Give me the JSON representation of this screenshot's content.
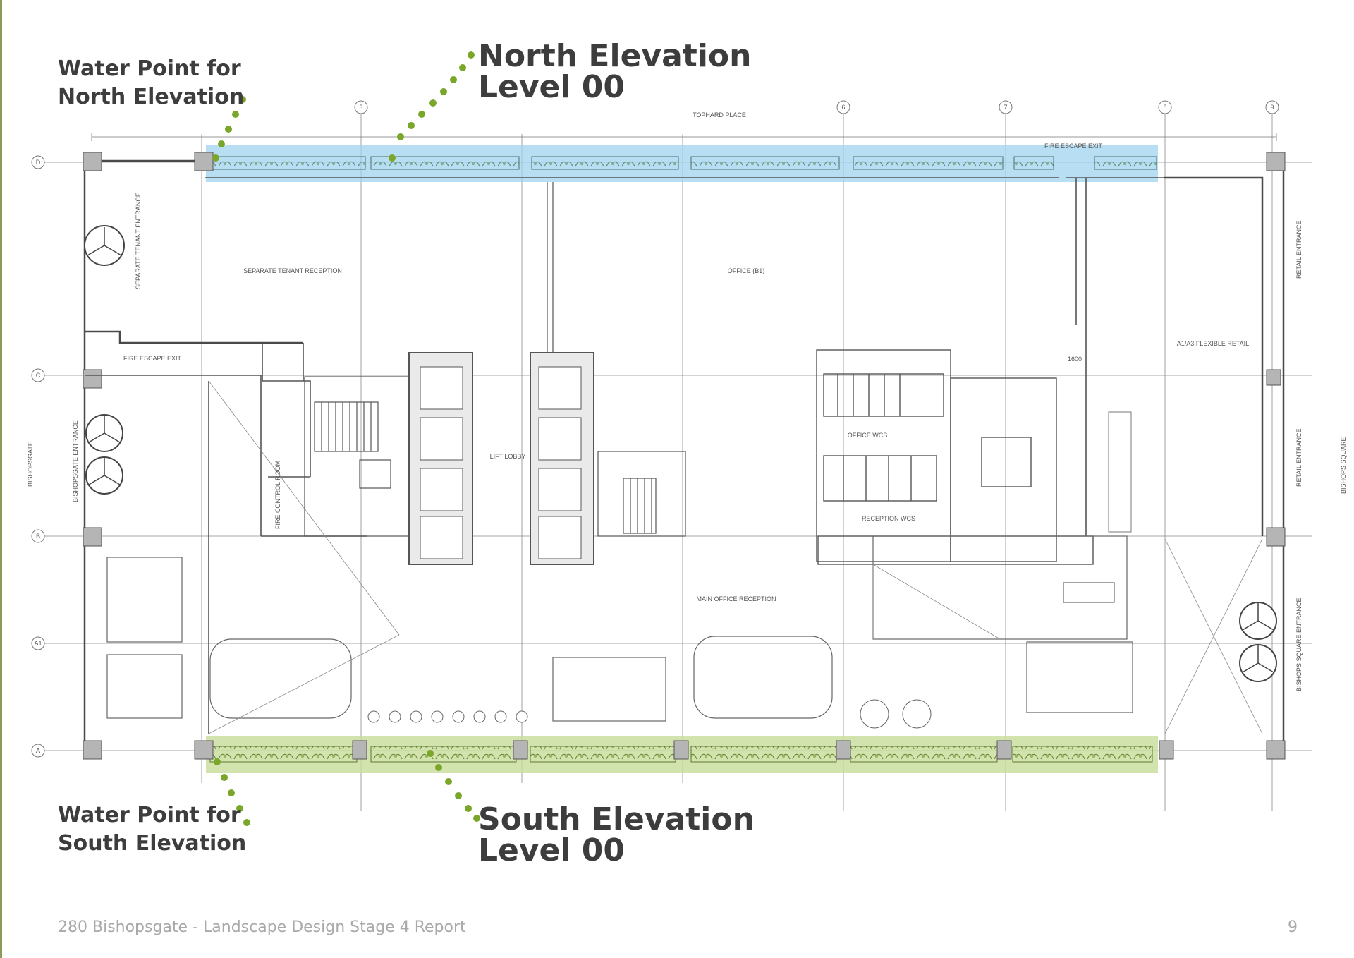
{
  "callouts": {
    "water_north": [
      "Water Point for",
      "North Elevation"
    ],
    "north_elevation": [
      "North Elevation",
      "Level 00"
    ],
    "water_south": [
      "Water Point for",
      "South Elevation"
    ],
    "south_elevation": [
      "South Elevation",
      "Level 00"
    ]
  },
  "footer": {
    "document_title": "280 Bishopsgate - Landscape Design Stage 4 Report",
    "page_number": "9"
  },
  "plan": {
    "street_top": "TOPHARD PLACE",
    "street_left": "BISHOPSGATE",
    "street_right": "BISHOPS SQUARE",
    "grid_columns": [
      "3",
      "6",
      "7",
      "8",
      "9"
    ],
    "grid_rows": [
      "D",
      "C",
      "B",
      "A1",
      "A"
    ],
    "rooms": {
      "separate_tenant_entrance": "SEPARATE TENANT ENTRANCE",
      "separate_tenant_reception": "SEPARATE TENANT RECEPTION",
      "office": "OFFICE (B1)",
      "fire_escape_exit_top": "FIRE ESCAPE EXIT",
      "fire_escape_exit_left": "FIRE ESCAPE EXIT",
      "retail_entrance_top": "RETAIL ENTRANCE",
      "retail_entrance_mid": "RETAIL ENTRANCE",
      "flexible_retail": "A1/A3 FLEXIBLE RETAIL",
      "bishopsgate_entrance": "BISHOPSGATE ENTRANCE",
      "lift_lobby": "LIFT LOBBY",
      "office_wcs": "OFFICE WCS",
      "reception_wcs": "RECEPTION WCS",
      "fire_control_room": "FIRE CONTROL ROOM",
      "main_office_reception": "MAIN OFFICE RECEPTION",
      "bishops_square_entrance": "BISHOPS SQUARE ENTRANCE",
      "dim_1600": "1600"
    }
  },
  "colors": {
    "north_highlight": "#9fd3ee",
    "south_highlight": "#c8dc98",
    "dot_green": "#7aa62a",
    "text_dark": "#3d3d3d",
    "footer_grey": "#a9a9a9",
    "line": "#555555"
  }
}
